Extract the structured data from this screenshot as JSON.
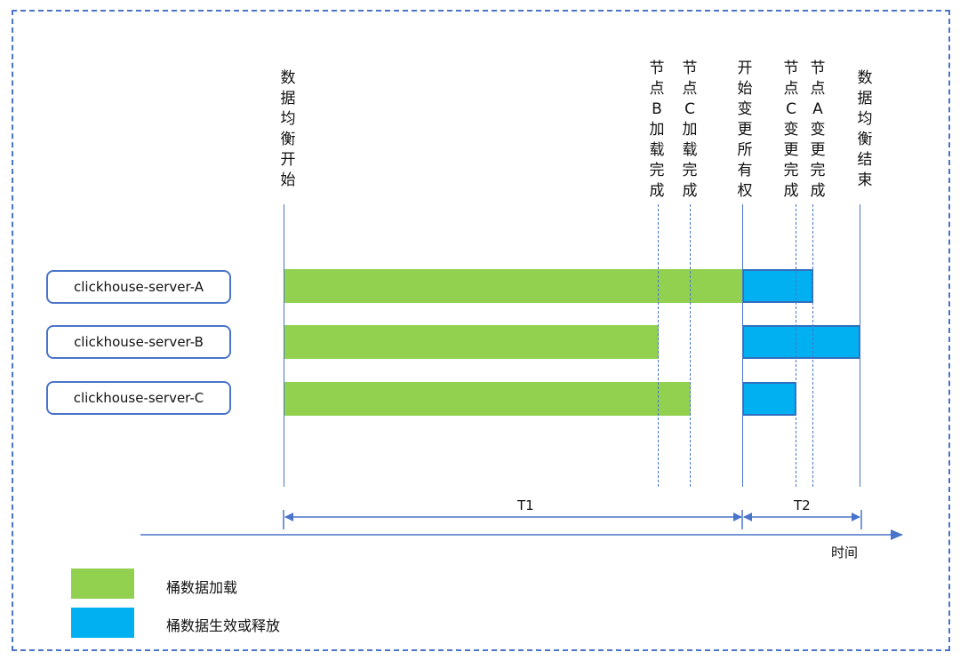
{
  "servers": [
    {
      "name": "clickhouse-server-A"
    },
    {
      "name": "clickhouse-server-B"
    },
    {
      "name": "clickhouse-server-C"
    }
  ],
  "milestones": [
    {
      "label": "数据均衡开始"
    },
    {
      "label": "节点B加载完成"
    },
    {
      "label": "节点C加载完成"
    },
    {
      "label": "开始变更所有权"
    },
    {
      "label": "节点C变更完成"
    },
    {
      "label": "节点A变更完成"
    },
    {
      "label": "数据均衡结束"
    }
  ],
  "spans": {
    "t1": "T1",
    "t2": "T2"
  },
  "axis": {
    "label": "时间"
  },
  "legend": [
    {
      "label": "桶数据加载",
      "color": "#92d050"
    },
    {
      "label": "桶数据生效或释放",
      "color": "#00b0f0"
    }
  ],
  "colors": {
    "load": "#92d050",
    "effect": "#00b0f0",
    "line": "#4a74c9"
  }
}
